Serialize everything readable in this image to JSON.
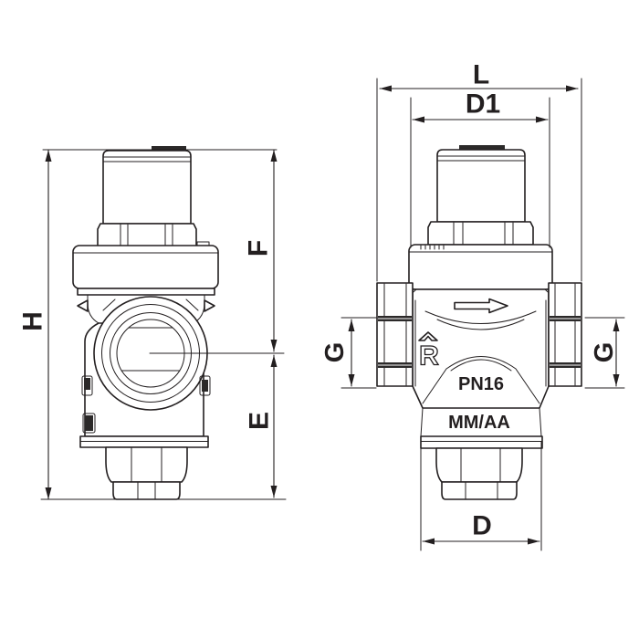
{
  "drawing": {
    "title": "pressure-reducing-valve-dimension-drawing",
    "colors": {
      "line": "#231f20",
      "background": "#ffffff",
      "dark_fill": "#2b2929"
    },
    "icons": {
      "flow_direction": "right-arrow",
      "brand_crown": "crown-hat"
    },
    "side_view": {
      "dim_height": "H",
      "dim_upper": "F",
      "dim_lower": "E"
    },
    "front_view": {
      "dim_overall_width": "L",
      "dim_cap_width": "D1",
      "dim_port_left": "G",
      "dim_port_right": "G",
      "dim_bottom_port": "D",
      "marking_pressure": "PN16",
      "marking_date": "MM/AA",
      "marking_brand": "R"
    }
  }
}
